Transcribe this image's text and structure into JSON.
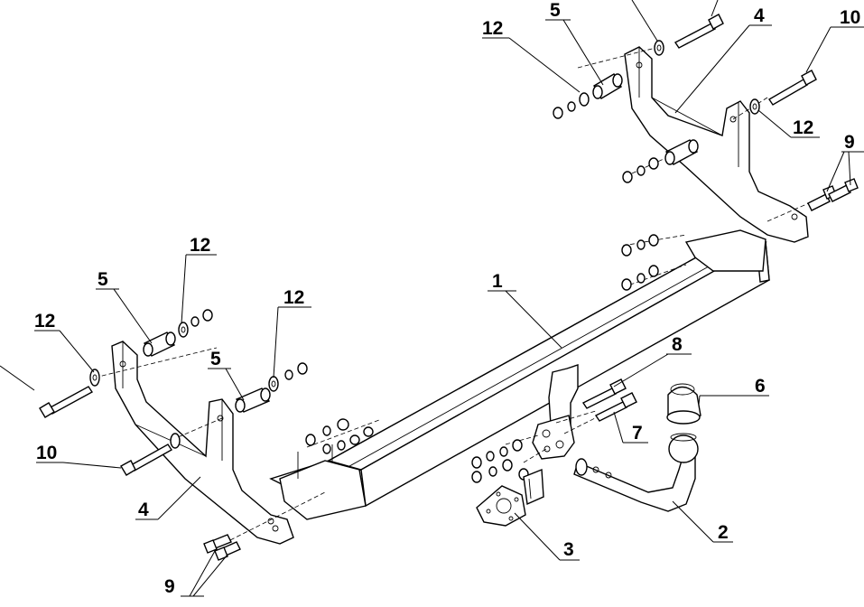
{
  "callouts": {
    "c1": "1",
    "c2": "2",
    "c3": "3",
    "c4a": "4",
    "c4b": "4",
    "c5a": "5",
    "c5b": "5",
    "c5c": "5",
    "c6": "6",
    "c7": "7",
    "c8": "8",
    "c9a": "9",
    "c9b": "9",
    "c10a": "10",
    "c10b": "10",
    "c12a": "12",
    "c12b": "12",
    "c12c": "12",
    "c12d": "12",
    "c12e": "12"
  }
}
